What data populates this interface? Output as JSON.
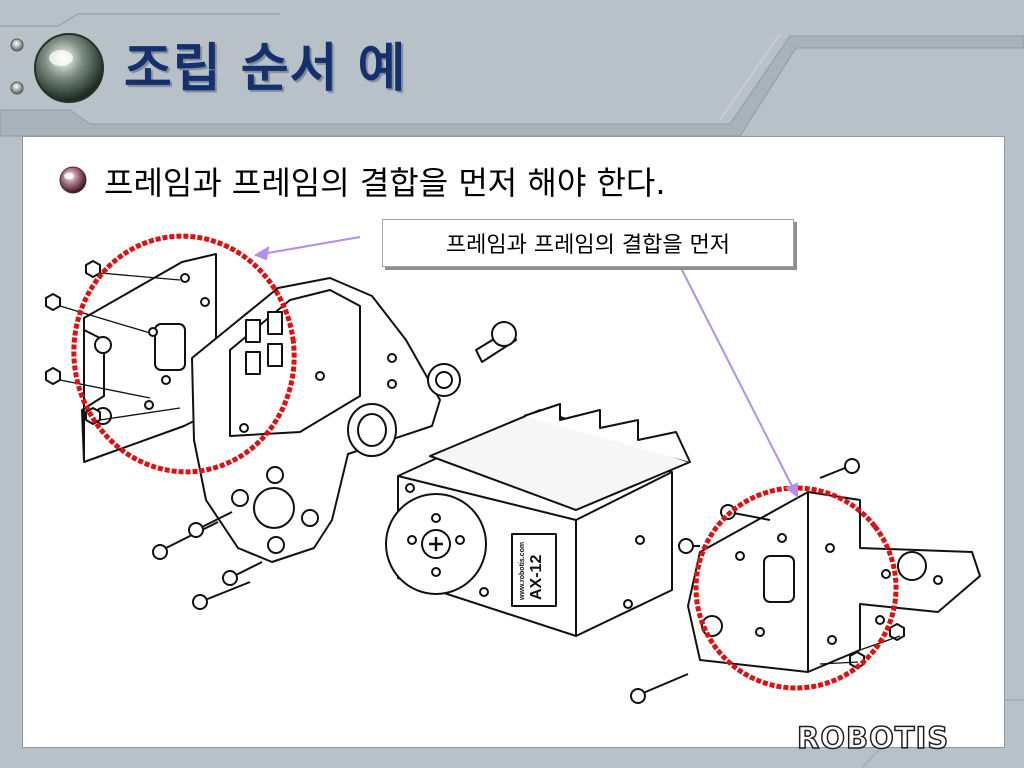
{
  "title": "조립 순서 예",
  "bullet": "프레임과 프레임의 결합을 먼저 해야 한다.",
  "callout": "프레임과 프레임의 결합을 먼저",
  "servo_label": "AX-12",
  "servo_brand": "www.robotis.com",
  "logo": "ROBOTIS",
  "colors": {
    "title": "#15306f",
    "highlight": "#e01010",
    "pointer": "#b48ee8",
    "background": "#b9c1c8"
  }
}
